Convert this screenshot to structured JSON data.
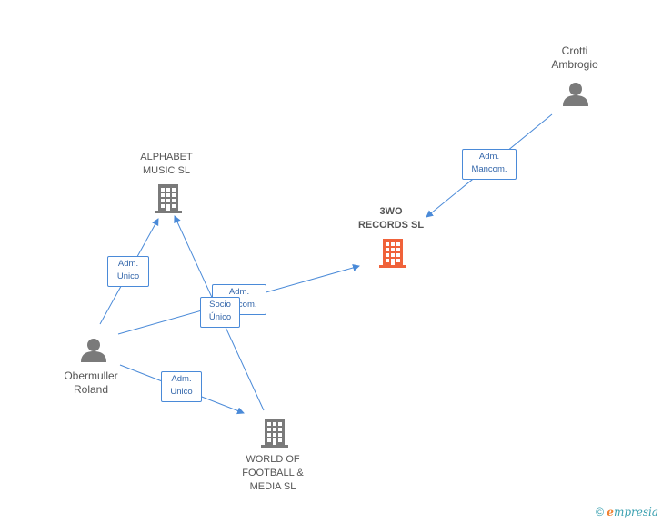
{
  "nodes": {
    "crotti": {
      "line1": "Crotti",
      "line2": "Ambrogio"
    },
    "threewo": {
      "line1": "3WO",
      "line2": "RECORDS SL"
    },
    "alphabet": {
      "line1": "ALPHABET",
      "line2": "MUSIC SL"
    },
    "obermuller": {
      "line1": "Obermuller",
      "line2": "Roland"
    },
    "world": {
      "line1": "WORLD OF",
      "line2": "FOOTBALL &",
      "line3": "MEDIA SL"
    }
  },
  "edges": {
    "crotti_3wo": {
      "line1": "Adm.",
      "line2": "Mancom."
    },
    "ober_alphabet": {
      "line1": "Adm.",
      "line2": "Unico"
    },
    "ober_3wo": {
      "line1": "Adm.",
      "line2": "Mancom."
    },
    "world_alphabet": {
      "line1": "Socio",
      "line2": "Único"
    },
    "ober_world": {
      "line1": "Adm.",
      "line2": "Unico"
    }
  },
  "footer": {
    "copyright": "©",
    "brand_e": "e",
    "brand_rest": "mpresia"
  },
  "colors": {
    "edge": "#4a8ad8",
    "company": "#7a7a7a",
    "focus_company": "#f0623a",
    "person": "#7a7a7a"
  }
}
